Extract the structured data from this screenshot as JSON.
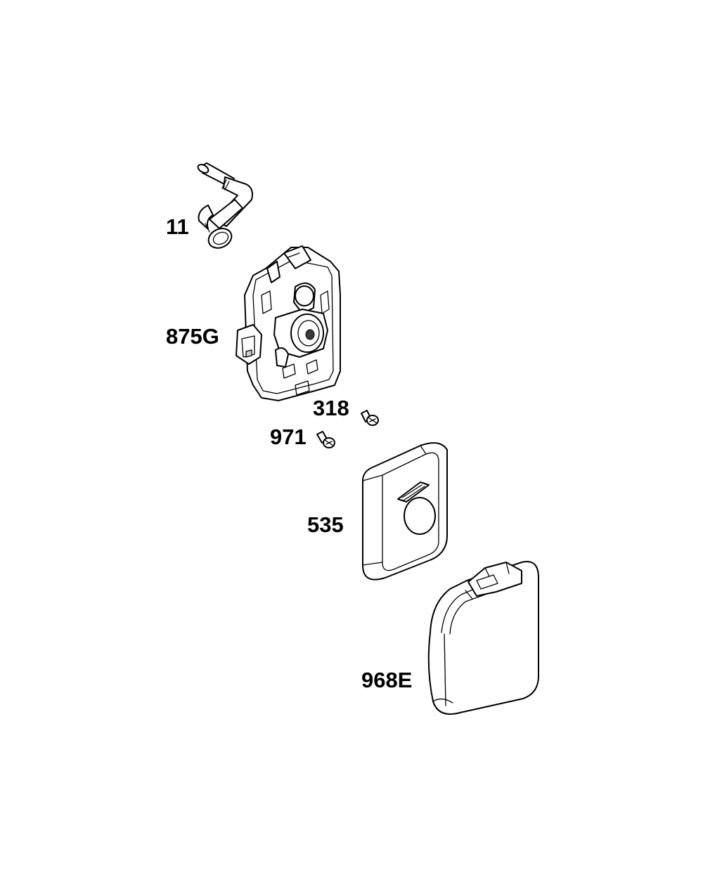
{
  "parts": [
    {
      "callout": "11",
      "icon": "breather-tube"
    },
    {
      "callout": "875G",
      "icon": "air-filter-base"
    },
    {
      "callout": "318",
      "icon": "screw"
    },
    {
      "callout": "971",
      "icon": "screw"
    },
    {
      "callout": "535",
      "icon": "foam-air-filter"
    },
    {
      "callout": "968E",
      "icon": "air-cleaner-cover"
    }
  ],
  "colors": {
    "line": "#000000",
    "background": "#ffffff",
    "shade": "#cfcfcf"
  }
}
